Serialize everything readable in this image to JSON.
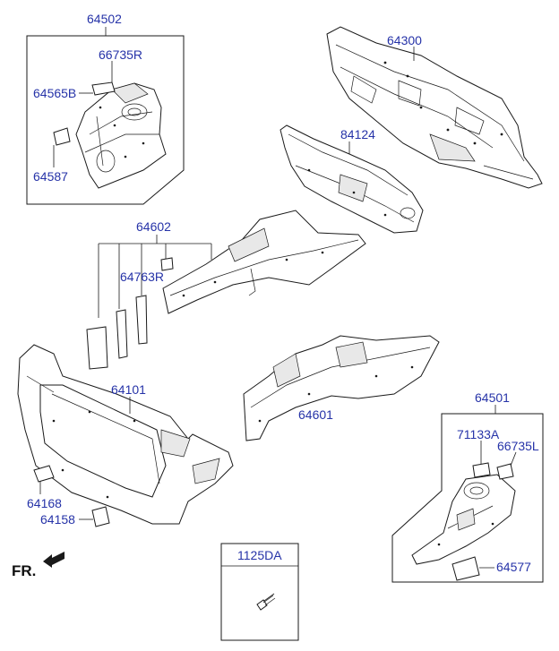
{
  "labels": {
    "p64502": "64502",
    "p66735R": "66735R",
    "p64565B": "64565B",
    "p64587": "64587",
    "p64300": "64300",
    "p84124": "84124",
    "p64602": "64602",
    "p64763R": "64763R",
    "p64101": "64101",
    "p64601": "64601",
    "p64168": "64168",
    "p64158": "64158",
    "p64501": "64501",
    "p71133A": "71133A",
    "p66735L": "66735L",
    "p64577": "64577",
    "p1125DA": "1125DA"
  },
  "direction": {
    "label": "FR."
  },
  "colors": {
    "label": "#2633a8",
    "line": "#1a1a1a"
  }
}
